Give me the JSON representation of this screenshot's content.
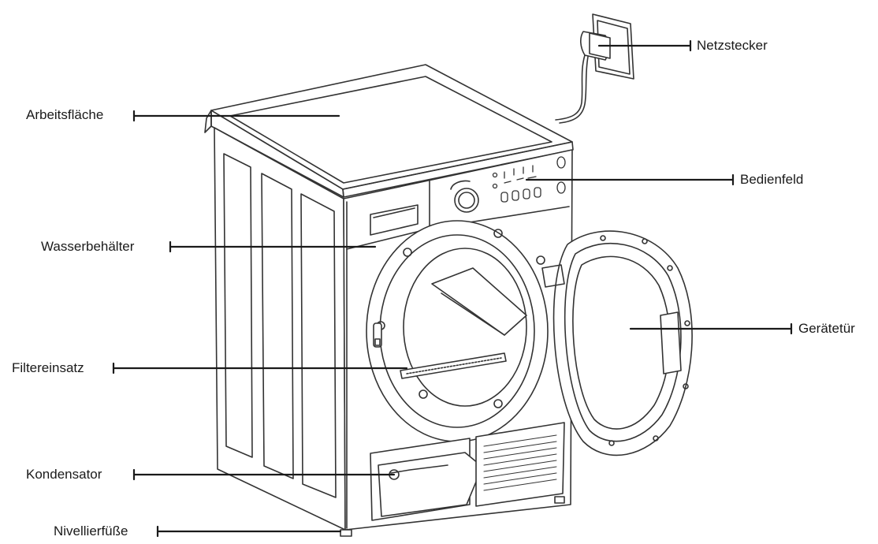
{
  "diagram": {
    "labels": {
      "netzstecker": "Netzstecker",
      "arbeitsflaeche": "Arbeitsfläche",
      "bedienfeld": "Bedienfeld",
      "wasserbehaelter": "Wasserbehälter",
      "geraetetuer": "Gerätetür",
      "filtereinsatz": "Filtereinsatz",
      "kondensator": "Kondensator",
      "nivellierfuesse": "Nivellierfüße"
    }
  },
  "colors": {
    "line": "#1a1a1a",
    "drawing": "#333333",
    "background": "#ffffff"
  }
}
